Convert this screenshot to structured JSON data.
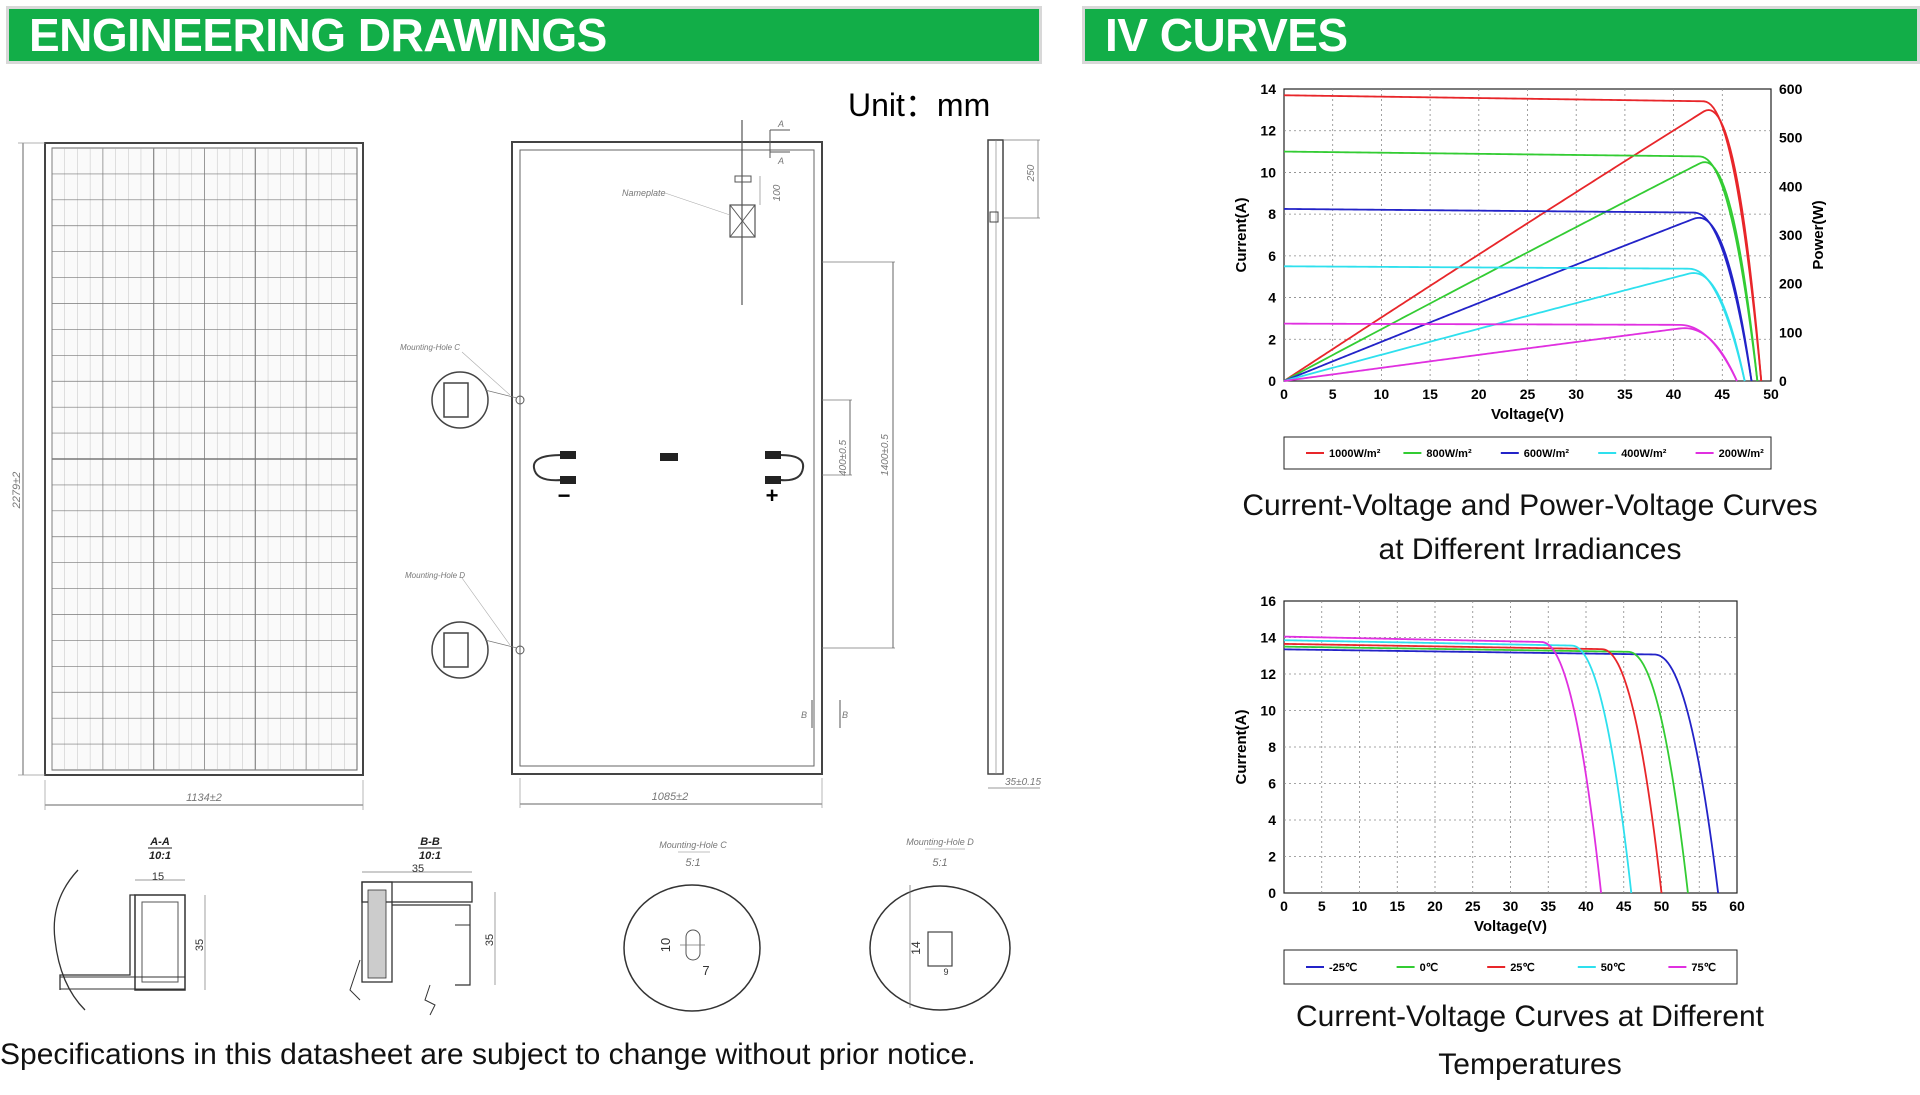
{
  "headers": {
    "left": "ENGINEERING DRAWINGS",
    "right": "IV CURVES"
  },
  "drawing": {
    "unit_label": "Unit：mm",
    "front": {
      "height_dim": "2279±2",
      "width_dim": "1134±2"
    },
    "back": {
      "width_dim": "1085±2",
      "nameplate": "Nameplate",
      "jbox_dim": "100",
      "dim_400": "400±0.5",
      "dim_1400": "1400±0.5",
      "mounting_c": "Mounting-Hole C",
      "mounting_d": "Mounting-Hole D",
      "minus": "−",
      "plus": "+",
      "section_a": "A",
      "section_b": "B"
    },
    "side": {
      "top_dim": "250",
      "bottom_dim": "35±0.15"
    },
    "details": {
      "aa_title": "A-A",
      "aa_scale": "10:1",
      "aa_width": "15",
      "aa_height": "35",
      "bb_title": "B-B",
      "bb_scale": "10:1",
      "bb_width": "35",
      "bb_height": "35",
      "c_title": "Mounting-Hole C",
      "c_scale": "5:1",
      "c_h": "10",
      "c_w": "7",
      "d_title": "Mounting-Hole D",
      "d_scale": "5:1",
      "d_h": "14",
      "d_w": "9"
    },
    "footer": "Specifications in this datasheet are subject to change without prior notice."
  },
  "captions": {
    "chart1_line1": "Current-Voltage and Power-Voltage Curves",
    "chart1_line2": "at Different Irradiances",
    "chart2_line1": "Current-Voltage Curves at Different",
    "chart2_line2": "Temperatures"
  },
  "chart_data": [
    {
      "type": "line",
      "xlabel": "Voltage(V)",
      "ylabel": "Current(A)",
      "y2label": "Power(W)",
      "xlim": [
        0,
        50
      ],
      "ylim": [
        0,
        14
      ],
      "y2lim": [
        0,
        600
      ],
      "xticks": [
        0,
        5,
        10,
        15,
        20,
        25,
        30,
        35,
        40,
        45,
        50
      ],
      "yticks": [
        0,
        2,
        4,
        6,
        8,
        10,
        12,
        14
      ],
      "y2ticks": [
        0,
        100,
        200,
        300,
        400,
        500,
        600
      ],
      "grid": true,
      "legend_position": "bottom",
      "series": [
        {
          "name": "1000W/m²",
          "color": "#e8262a",
          "isc": 13.7,
          "voc": 49.0,
          "knee": 43.0,
          "pmax": 535,
          "vmp": 41.6
        },
        {
          "name": "800W/m²",
          "color": "#33cc33",
          "isc": 11.0,
          "voc": 48.6,
          "knee": 42.6,
          "pmax": 435,
          "vmp": 41.5
        },
        {
          "name": "600W/m²",
          "color": "#2323c8",
          "isc": 8.25,
          "voc": 48.0,
          "knee": 42.0,
          "pmax": 325,
          "vmp": 41.0
        },
        {
          "name": "400W/m²",
          "color": "#2ee0ee",
          "isc": 5.5,
          "voc": 47.3,
          "knee": 41.5,
          "pmax": 215,
          "vmp": 40.5
        },
        {
          "name": "200W/m²",
          "color": "#e030e0",
          "isc": 2.75,
          "voc": 46.5,
          "knee": 40.5,
          "pmax": 105,
          "vmp": 39.5
        }
      ]
    },
    {
      "type": "line",
      "xlabel": "Voltage(V)",
      "ylabel": "Current(A)",
      "xlim": [
        0,
        60
      ],
      "ylim": [
        0,
        16
      ],
      "xticks": [
        0,
        5,
        10,
        15,
        20,
        25,
        30,
        35,
        40,
        45,
        50,
        55,
        60
      ],
      "yticks": [
        0,
        2,
        4,
        6,
        8,
        10,
        12,
        14,
        16
      ],
      "grid": true,
      "legend_position": "bottom",
      "series": [
        {
          "name": "-25℃",
          "color": "#2323c8",
          "isc": 13.35,
          "voc": 57.5,
          "knee": 49.0
        },
        {
          "name": "0℃",
          "color": "#33cc33",
          "isc": 13.5,
          "voc": 53.5,
          "knee": 45.5
        },
        {
          "name": "25℃",
          "color": "#e8262a",
          "isc": 13.65,
          "voc": 50.0,
          "knee": 42.0
        },
        {
          "name": "50℃",
          "color": "#2ee0ee",
          "isc": 13.85,
          "voc": 46.0,
          "knee": 38.0
        },
        {
          "name": "75℃",
          "color": "#e030e0",
          "isc": 14.05,
          "voc": 42.0,
          "knee": 34.0
        }
      ]
    }
  ]
}
